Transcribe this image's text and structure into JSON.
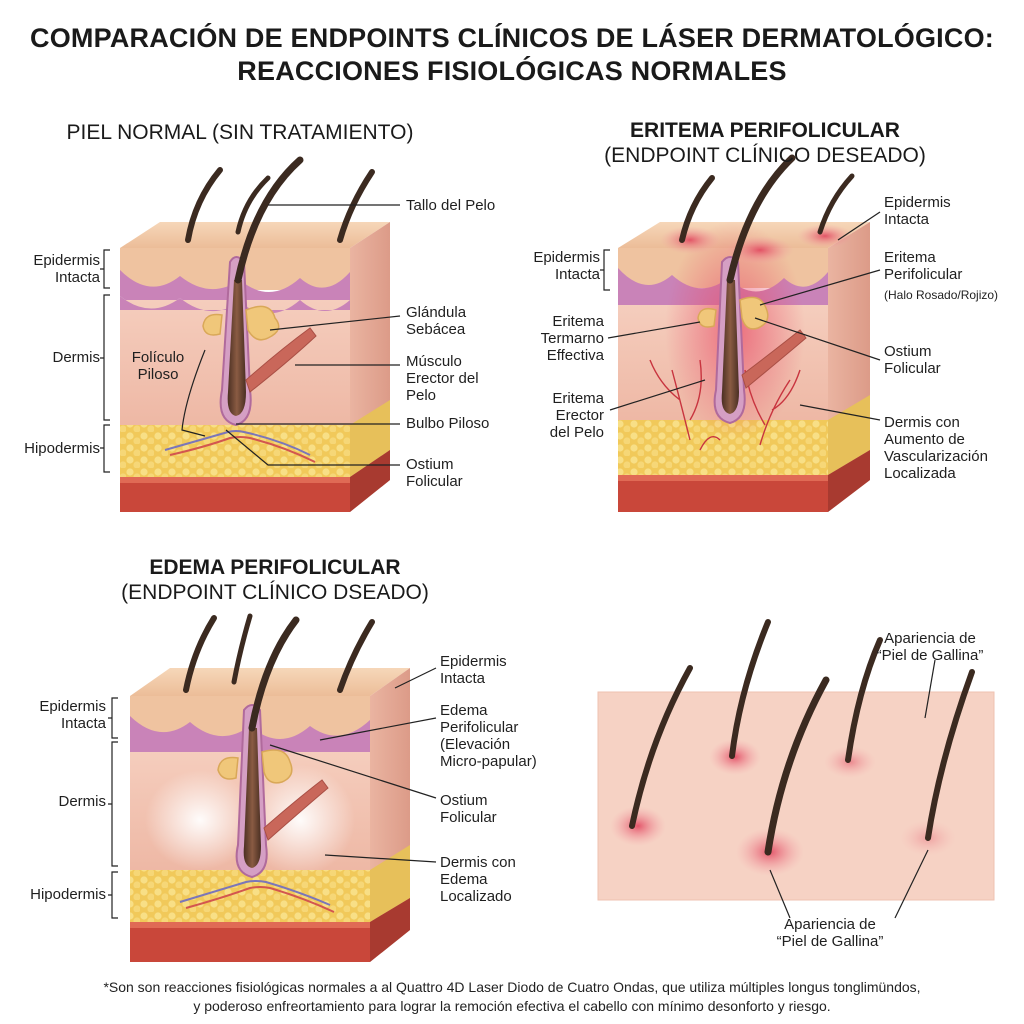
{
  "title": {
    "line1": "COMPARACIÓN DE ENDPOINTS CLÍNICOS DE LÁSER DERMATOLÓGICO:",
    "line2": "REACCIONES FISIOLÓGICAS NORMALES"
  },
  "panels": {
    "normal": {
      "title": "PIEL NORMAL (SIN TRATAMIENTO)",
      "labels": {
        "tallo": "Tallo del Pelo",
        "epidermis": "Epidermis\nIntacta",
        "glandula": "Glándula\nSebácea",
        "dermis": "Dermis",
        "foliculo": "Folículo\nPiloso",
        "musculo": "Músculo\nErector del\nPelo",
        "bulbo": "Bulbo Piloso",
        "hipodermis": "Hipodermis",
        "ostium": "Ostium\nFolicular"
      }
    },
    "eritema": {
      "title": "ERITEMA PERIFOLICULAR",
      "subtitle": "(ENDPOINT CLÍNICO DESEADO)",
      "labels": {
        "epidermis_right": "Epidermis\nIntacta",
        "epidermis_left": "Epidermis\nIntacta",
        "eritema_peri": "Eritema\nPerifolicular",
        "halo": "(Halo Rosado/Rojizo)",
        "eritema_termarno": "Eritema\nTermarno\nEffectiva",
        "ostium": "Ostium\nFolicular",
        "eritema_erector": "Eritema\nErector\ndel Pelo",
        "dermis_vasc": "Dermis con\nAumento de\nVascularización\nLocalizada"
      }
    },
    "edema": {
      "title": "EDEMA PERIFOLICULAR",
      "subtitle": "(ENDPOINT CLÍNICO DSEADO)",
      "labels": {
        "epidermis_right": "Epidermis\nIntacta",
        "epidermis_left": "Epidermis\nIntacta",
        "edema_peri": "Edema\nPerifolicular\n(Elevación\nMicro-papular)",
        "dermis": "Dermis",
        "ostium": "Ostium\nFolicular",
        "dermis_edema": "Dermis con\nEdema\nLocalizado",
        "hipodermis": "Hipodermis"
      }
    },
    "gallina": {
      "label_top": "Apariencia de\n“Piel de Gallina”",
      "label_bottom": "Apariencia de\n“Piel de Gallina”"
    }
  },
  "footnote": {
    "line1": "*Son son reacciones fisiológicas normales a al Quattro 4D Laser Diodo de Cuatro Ondas, que utiliza múltiples longus tonglimündos,",
    "line2": "y poderoso enfreortamiento para lograr la remoción efectiva el cabello con mínimo desonforto y riesgo."
  },
  "colors": {
    "epidermis_top": "#f1c9a6",
    "epidermis_purple": "#c983b8",
    "dermis": "#f2c4b2",
    "dermis_side": "#e7ab9a",
    "hypodermis": "#f4d36a",
    "base": "#c9473a",
    "follicle": "#6b4533",
    "hair": "#3b2a20",
    "erythema": "#e8596a",
    "edema": "#ffffff",
    "gland": "#f0c77a",
    "muscle": "#c9675a",
    "gallina_skin": "#f6d2c4"
  }
}
